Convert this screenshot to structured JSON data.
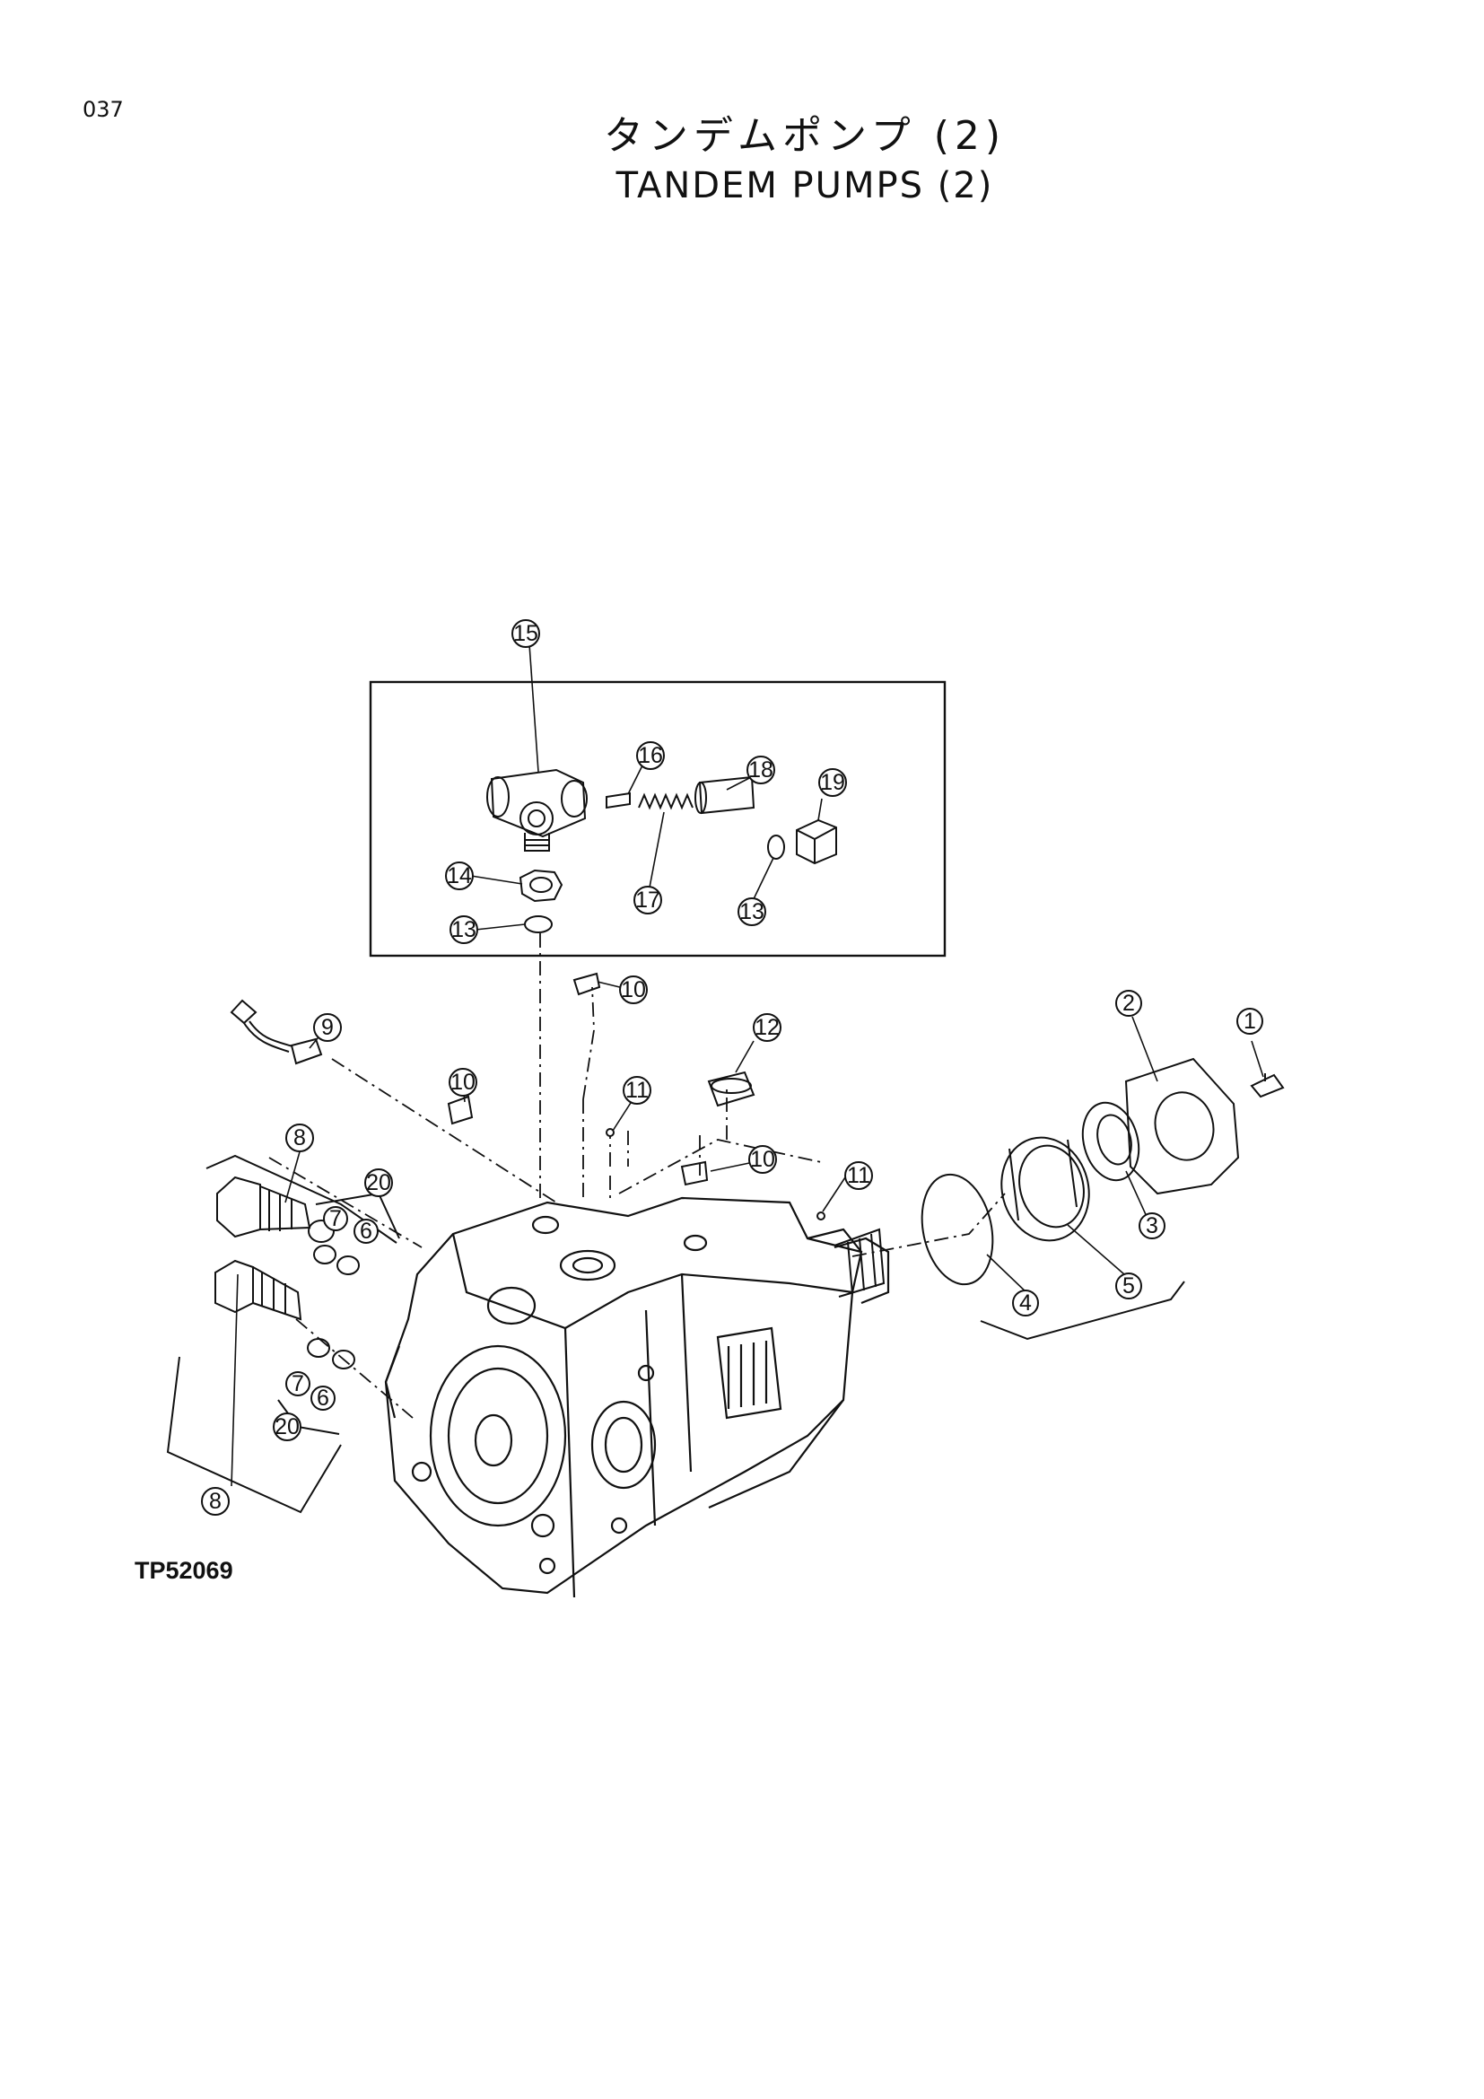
{
  "header": {
    "page_number": "037",
    "title_jp": "タンデムポンプ (2)",
    "title_en": "TANDEM PUMPS (2)"
  },
  "figure": {
    "reference_code": "TP52069"
  },
  "callouts": {
    "c1": "1",
    "c2": "2",
    "c3": "3",
    "c4": "4",
    "c5": "5",
    "c6a": "6",
    "c6b": "6",
    "c7a": "7",
    "c7b": "7",
    "c8a": "8",
    "c8b": "8",
    "c9": "9",
    "c10a": "10",
    "c10b": "10",
    "c10c": "10",
    "c11a": "11",
    "c11b": "11",
    "c12": "12",
    "c13a": "13",
    "c13b": "13",
    "c14": "14",
    "c15": "15",
    "c16": "16",
    "c17": "17",
    "c18": "18",
    "c19": "19",
    "c20a": "20",
    "c20b": "20"
  }
}
